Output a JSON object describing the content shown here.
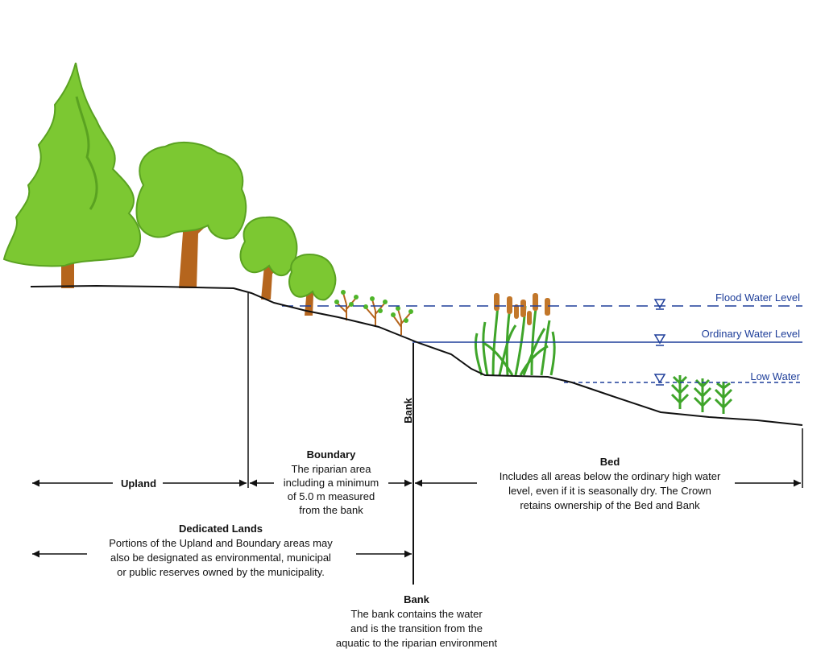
{
  "water_levels": {
    "flood": "Flood Water Level",
    "ordinary": "Ordinary Water Level",
    "low": "Low Water"
  },
  "zones": {
    "upland": "Upland",
    "bank_vertical": "Bank",
    "boundary": {
      "title": "Boundary",
      "lines": [
        "The riparian area",
        "including a minimum",
        "of 5.0 m measured",
        "from the bank"
      ]
    },
    "bed": {
      "title": "Bed",
      "lines": [
        "Includes all areas below the ordinary high water",
        "level, even if it is seasonally dry. The Crown",
        "retains ownership of the Bed and Bank"
      ]
    },
    "dedicated": {
      "title": "Dedicated Lands",
      "lines": [
        "Portions of the Upland and Boundary areas may",
        "also be designated as environmental, municipal",
        "or public reserves owned by the municipality."
      ]
    },
    "bank": {
      "title": "Bank",
      "lines": [
        "The bank contains the water",
        "and is the transition from the",
        "aquatic to the riparian environment"
      ]
    }
  },
  "colors": {
    "water_line": "#1f3f9a",
    "foliage": "#7cc832",
    "foliage_dark": "#4e9a1a",
    "trunk": "#b5651d",
    "grass": "#3fa52a",
    "cattail": "#c2772a",
    "ground": "#111111"
  }
}
